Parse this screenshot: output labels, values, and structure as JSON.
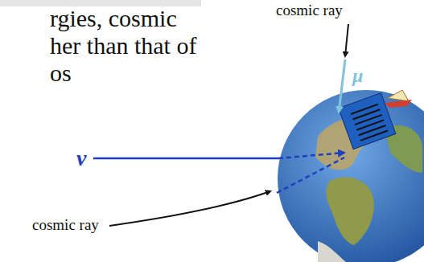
{
  "diagram": {
    "labels": [
      "rgies, cosmic",
      "her than that of",
      "os",
      "cosmic ray",
      "μ",
      "ν",
      "cosmic ray"
    ]
  }
}
